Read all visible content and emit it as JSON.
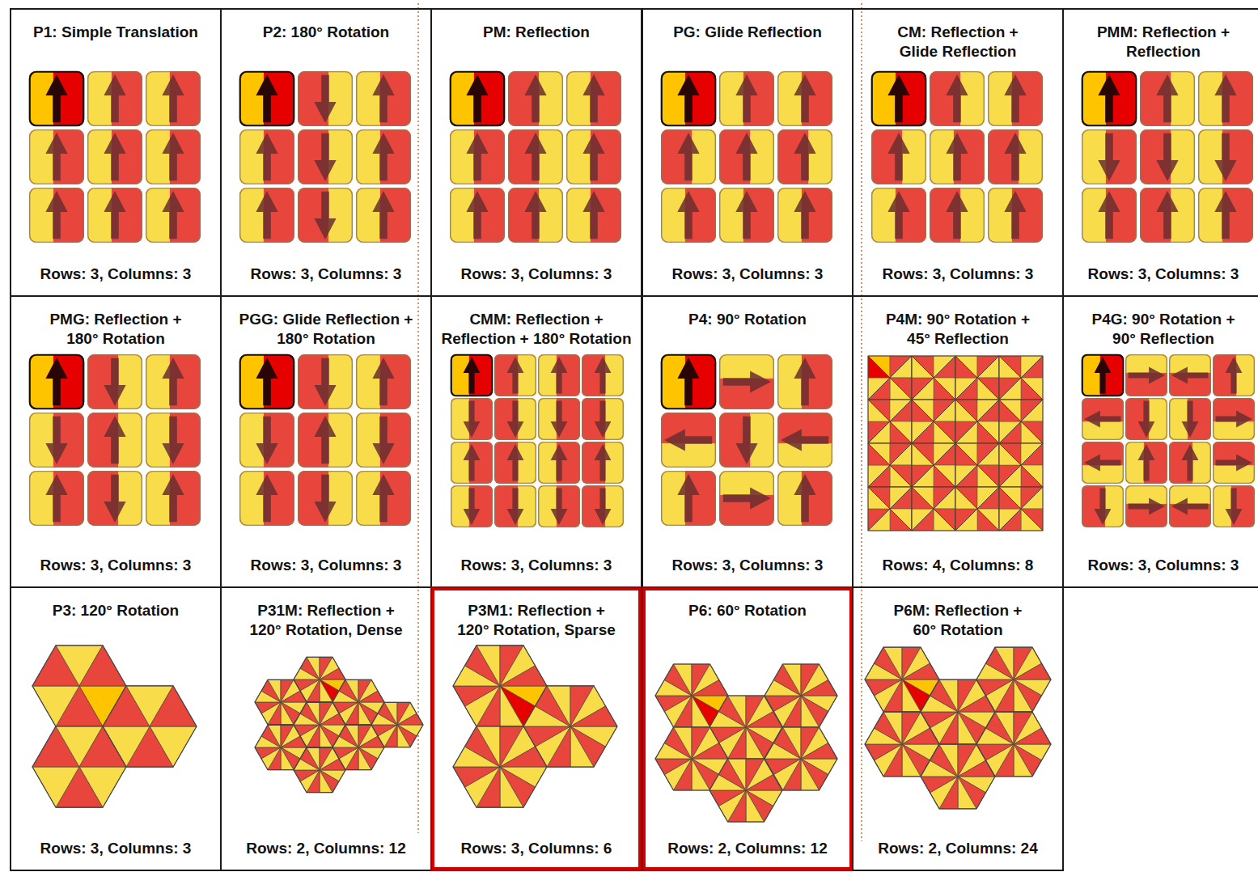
{
  "diagram": {
    "nodes": [
      {
        "text": [
          "P1: Simple Translation",
          "Rows: 3, Columns: 3"
        ]
      },
      {
        "text": [
          "P2: 180° Rotation",
          "Rows: 3, Columns: 3"
        ]
      },
      {
        "text": [
          "PM: Reflection",
          "Rows: 3, Columns: 3"
        ]
      },
      {
        "text": [
          "PG: Glide Reflection",
          "Rows: 3, Columns: 3"
        ]
      },
      {
        "text": [
          "CM: Reflection + Glide Reflection",
          "Rows: 3, Columns: 3"
        ]
      },
      {
        "text": [
          "PMM: Reflection + Reflection",
          "Rows: 3, Columns: 3"
        ]
      },
      {
        "text": [
          "PMG: Reflection + 180° Rotation",
          "Rows: 3, Columns: 3"
        ]
      },
      {
        "text": [
          "PGG: Glide Reflection + 180° Rotation",
          "Rows: 3, Columns: 3"
        ]
      },
      {
        "text": [
          "CMM: Reflection + Reflection + 180° Rotation",
          "Rows: 3, Columns: 3"
        ]
      },
      {
        "text": [
          "P4: 90° Rotation",
          "Rows: 3, Columns: 3"
        ]
      },
      {
        "text": [
          "P4M: 90° Rotation + 45° Reflection",
          "Rows: 4, Columns: 8"
        ]
      },
      {
        "text": [
          "P4G: 90° Rotation + 90° Reflection",
          "Rows: 3, Columns: 3"
        ]
      },
      {
        "text": [
          "P3: 120° Rotation",
          "Rows: 3, Columns: 3"
        ]
      },
      {
        "text": [
          "P31M: Reflection + 120° Rotation, Dense",
          "Rows: 2, Columns: 12"
        ]
      },
      {
        "text": [
          "P3M1: Reflection + 120° Rotation, Sparse",
          "Rows: 3, Columns: 6"
        ]
      },
      {
        "text": [
          "P6: 60° Rotation",
          "Rows: 2, Columns: 12"
        ]
      },
      {
        "text": [
          "P6M: Reflection + 60° Rotation",
          "Rows: 2, Columns: 24"
        ]
      }
    ]
  }
}
